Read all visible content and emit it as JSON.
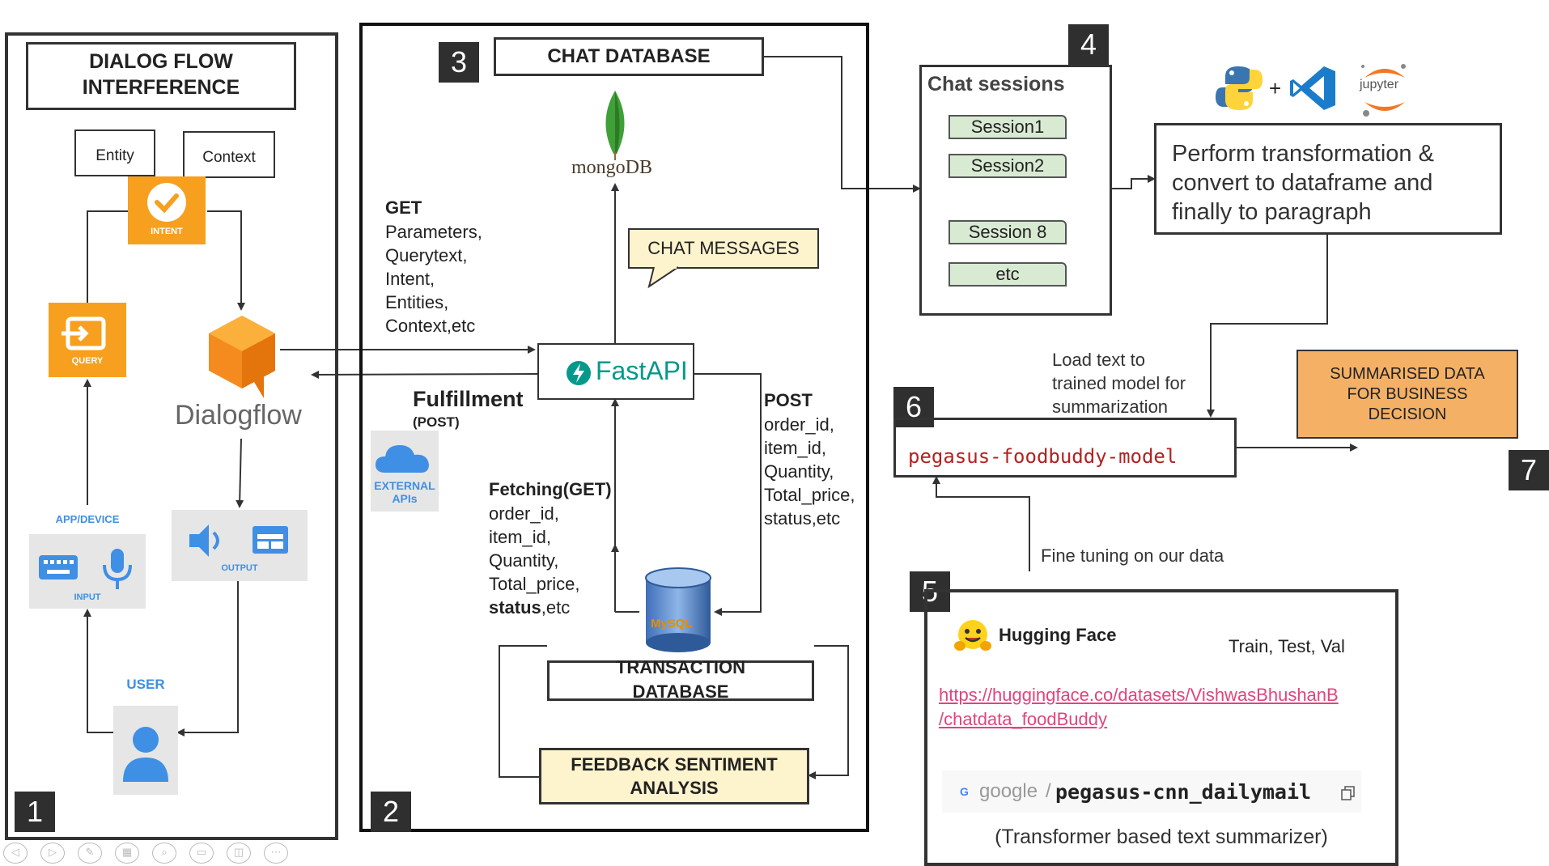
{
  "panel1": {
    "title_line1": "DIALOG FLOW",
    "title_line2": "INTERFERENCE",
    "entity": "Entity",
    "context": "Context",
    "intent_label": "INTENT",
    "query_label": "QUERY",
    "dialogflow": "Dialogflow",
    "app_device": "APP/DEVICE",
    "input_label": "INPUT",
    "output_label": "OUTPUT",
    "user": "USER",
    "number": "1"
  },
  "panel2": {
    "number": "2",
    "get_title": "GET",
    "get_lines": [
      "Parameters,",
      "Querytext,",
      "Intent,",
      "Entities,",
      "Context,etc"
    ],
    "fulfillment": "Fulfillment",
    "fulfillment_sub": "(POST)",
    "external_apis_1": "EXTERNAL",
    "external_apis_2": "APIs",
    "fetching_title": "Fetching(GET)",
    "fetching_lines": [
      "order_id,",
      "item_id,",
      "Quantity,",
      "Total_price,"
    ],
    "fetching_last_bold": "status",
    "fetching_last_rest": ",etc",
    "post_title": "POST",
    "post_lines": [
      "order_id,",
      "item_id,",
      "Quantity,",
      "Total_price,",
      "status,etc"
    ],
    "fastapi": "FastAPI",
    "mysql": "MySQL",
    "transaction_db_1": "TRANSACTION",
    "transaction_db_2": "DATABASE",
    "feedback_1": "FEEDBACK SENTIMENT",
    "feedback_2": "ANALYSIS"
  },
  "panel3": {
    "number": "3",
    "title": "CHAT DATABASE",
    "mongodb": "mongoDB",
    "chat_messages": "CHAT MESSAGES"
  },
  "panel4": {
    "number": "4",
    "title": "Chat sessions",
    "sessions": [
      "Session1",
      "Session2",
      "Session 8",
      "etc"
    ]
  },
  "transform": {
    "line1": "Perform transformation &",
    "line2": "convert to dataframe and",
    "line3": "finally to paragraph",
    "plus": "+",
    "jupyter": "jupyter"
  },
  "panel6": {
    "number": "6",
    "load_text_1": "Load text to",
    "load_text_2": "trained model for",
    "load_text_3": "summarization",
    "model": "pegasus-foodbuddy-model"
  },
  "panel7": {
    "number": "7",
    "line1": "SUMMARISED DATA",
    "line2": "FOR BUSINESS",
    "line3": "DECISION"
  },
  "panel5": {
    "number": "5",
    "fine_tuning": "Fine tuning on our data",
    "hugging_face": "Hugging Face",
    "split": "Train, Test, Val",
    "link_line1": "https://huggingface.co/datasets/VishwasBhushanB",
    "link_line2": "/chatdata_foodBuddy",
    "google": "google",
    "slash": "/",
    "pegasus_cnn": "pegasus-cnn_dailymail",
    "transformer": "(Transformer based text summarizer)"
  },
  "colors": {
    "orange": "#f7a01f",
    "yellow_note": "#fdf3cd",
    "session_green": "#d9ead3",
    "summary_orange": "#f4b166",
    "dark_tag": "#2f2f2f",
    "gray_panel": "#e6e6e6",
    "blue_icon": "#4a90e2",
    "link_pink": "#e0457b",
    "model_red": "#b22222"
  }
}
